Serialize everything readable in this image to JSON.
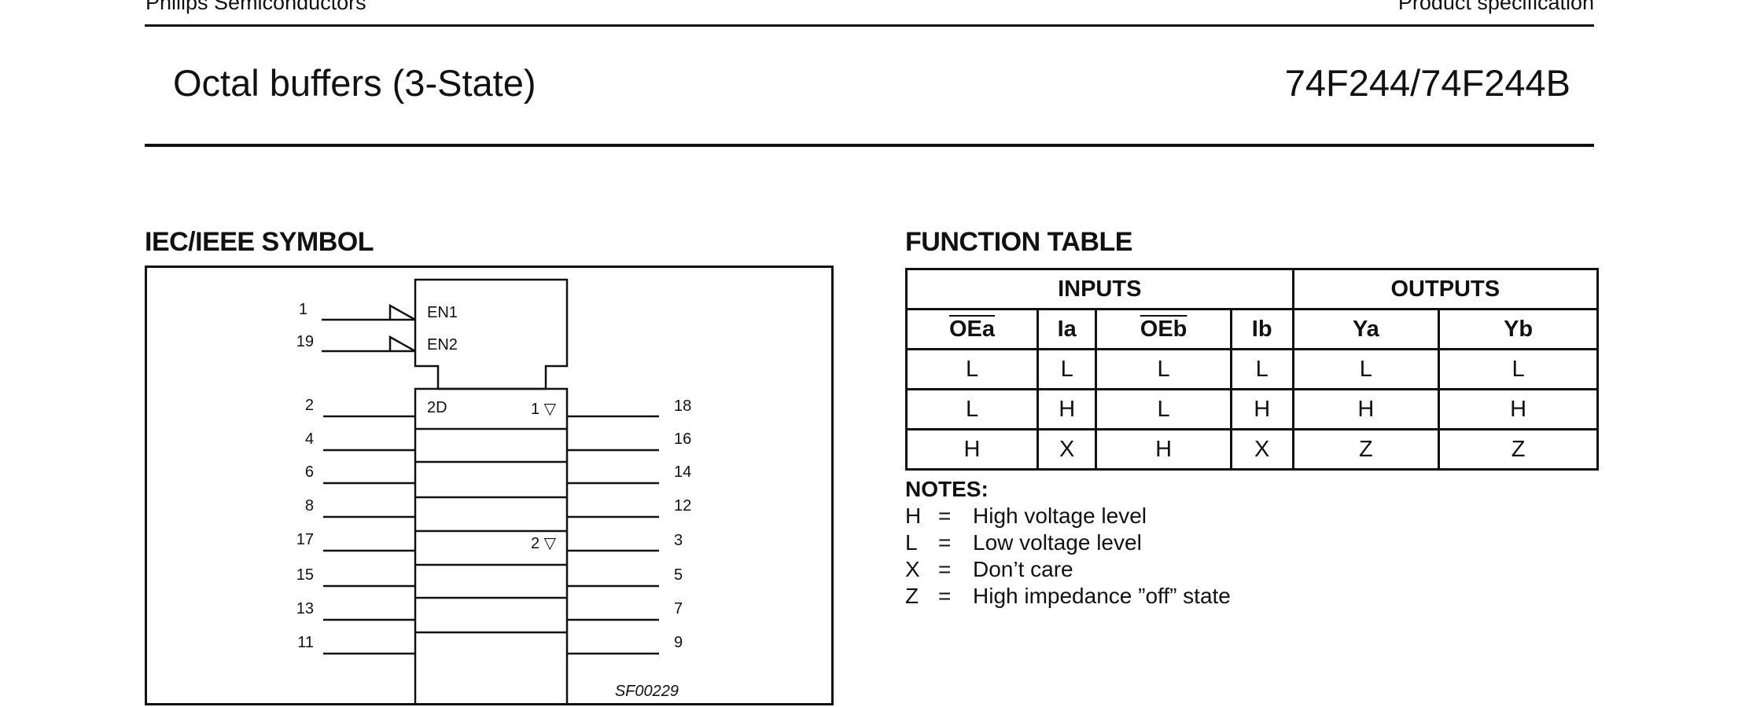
{
  "header": {
    "company": "Philips Semiconductors",
    "doc_type": "Product specification",
    "title": "Octal buffers (3-State)",
    "part_number": "74F244/74F244B"
  },
  "iec_symbol": {
    "heading": "IEC/IEEE SYMBOL",
    "enable_pins": [
      "1",
      "19"
    ],
    "enable_labels": [
      "EN1",
      "EN2"
    ],
    "data_label": "2D",
    "output_marks": [
      "1 ▽",
      "2 ▽"
    ],
    "input_pins": [
      "2",
      "4",
      "6",
      "8",
      "17",
      "15",
      "13",
      "11"
    ],
    "output_pins": [
      "18",
      "16",
      "14",
      "12",
      "3",
      "5",
      "7",
      "9"
    ],
    "figure_code": "SF00229"
  },
  "function_table": {
    "heading": "FUNCTION TABLE",
    "group_inputs": "INPUTS",
    "group_outputs": "OUTPUTS",
    "columns": [
      "OEa",
      "Ia",
      "OEb",
      "Ib",
      "Ya",
      "Yb"
    ],
    "rows": [
      [
        "L",
        "L",
        "L",
        "L",
        "L",
        "L"
      ],
      [
        "L",
        "H",
        "L",
        "H",
        "H",
        "H"
      ],
      [
        "H",
        "X",
        "H",
        "X",
        "Z",
        "Z"
      ]
    ]
  },
  "notes": {
    "heading": "NOTES:",
    "items": [
      {
        "key": "H",
        "eq": "=",
        "text": "High voltage level"
      },
      {
        "key": "L",
        "eq": "=",
        "text": "Low voltage level"
      },
      {
        "key": "X",
        "eq": "=",
        "text": "Don’t care"
      },
      {
        "key": "Z",
        "eq": "=",
        "text": "High impedance ”off” state"
      }
    ]
  }
}
